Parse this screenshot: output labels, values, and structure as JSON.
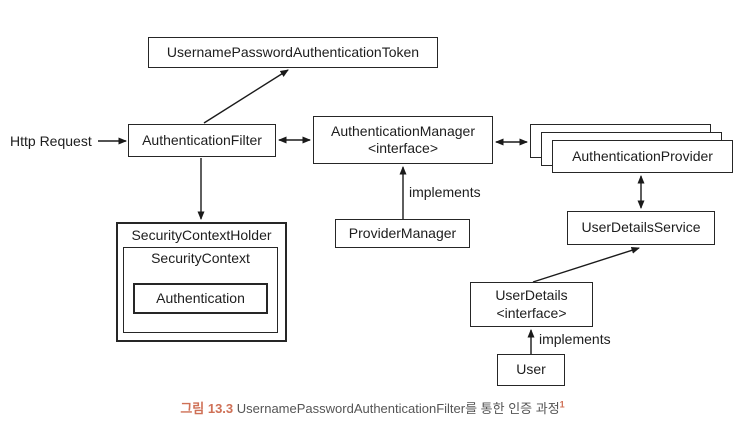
{
  "diagram": {
    "nodes": {
      "token": "UsernamePasswordAuthenticationToken",
      "filter": "AuthenticationFilter",
      "manager_line1": "AuthenticationManager",
      "manager_line2": "<interface>",
      "provider": "AuthenticationProvider",
      "provider_manager": "ProviderManager",
      "user_details_service": "UserDetailsService",
      "user_details_line1": "UserDetails",
      "user_details_line2": "<interface>",
      "user": "User",
      "security_context_holder": "SecurityContextHolder",
      "security_context": "SecurityContext",
      "authentication": "Authentication"
    },
    "labels": {
      "http_request": "Http Request",
      "implements_provider_manager": "implements",
      "implements_user": "implements"
    }
  },
  "caption": {
    "figure_prefix": "그림 13.3",
    "title": " UsernamePasswordAuthenticationFilter를 통한 인증 과정",
    "footnote_marker": "1"
  },
  "colors": {
    "caption_accent": "#cf7056",
    "caption_text": "#555555",
    "line_color": "#1a1a1a",
    "box_border": "#262626",
    "background": "#ffffff"
  }
}
